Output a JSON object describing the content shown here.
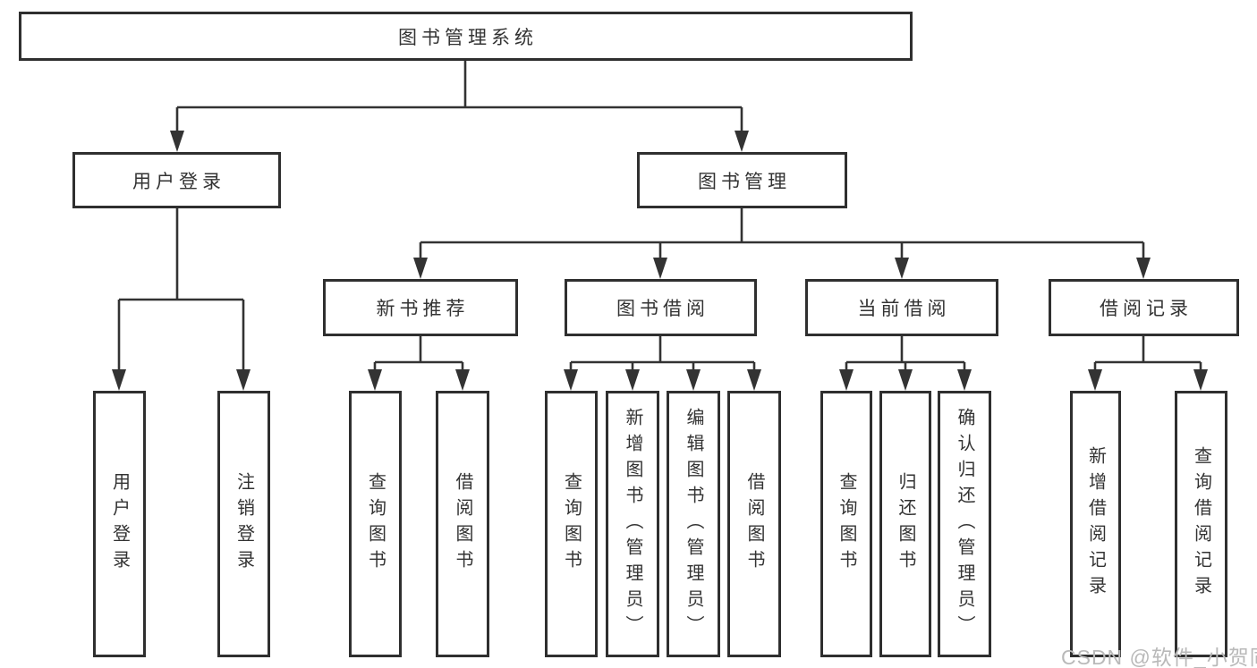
{
  "tree": {
    "root": {
      "label": "图书管理系统",
      "children": [
        {
          "label": "用户登录",
          "children": [
            {
              "label": "用户登录"
            },
            {
              "label": "注销登录"
            }
          ]
        },
        {
          "label": "图书管理",
          "children": [
            {
              "label": "新书推荐",
              "children": [
                {
                  "label": "查询图书"
                },
                {
                  "label": "借阅图书"
                }
              ]
            },
            {
              "label": "图书借阅",
              "children": [
                {
                  "label": "查询图书"
                },
                {
                  "label": "新增图书（管理员）"
                },
                {
                  "label": "编辑图书（管理员）"
                },
                {
                  "label": "借阅图书"
                }
              ]
            },
            {
              "label": "当前借阅",
              "children": [
                {
                  "label": "查询图书"
                },
                {
                  "label": "归还图书"
                },
                {
                  "label": "确认归还（管理员）"
                }
              ]
            },
            {
              "label": "借阅记录",
              "children": [
                {
                  "label": "新增借阅记录"
                },
                {
                  "label": "查询借阅记录"
                }
              ]
            }
          ]
        }
      ]
    }
  },
  "watermark": "CSDN @软件_小贺同学",
  "colors": {
    "line": "#333333",
    "box_border": "#2f2f2f",
    "box_fill": "#ffffff",
    "text": "#333333",
    "watermark": "#b9b9b9"
  }
}
